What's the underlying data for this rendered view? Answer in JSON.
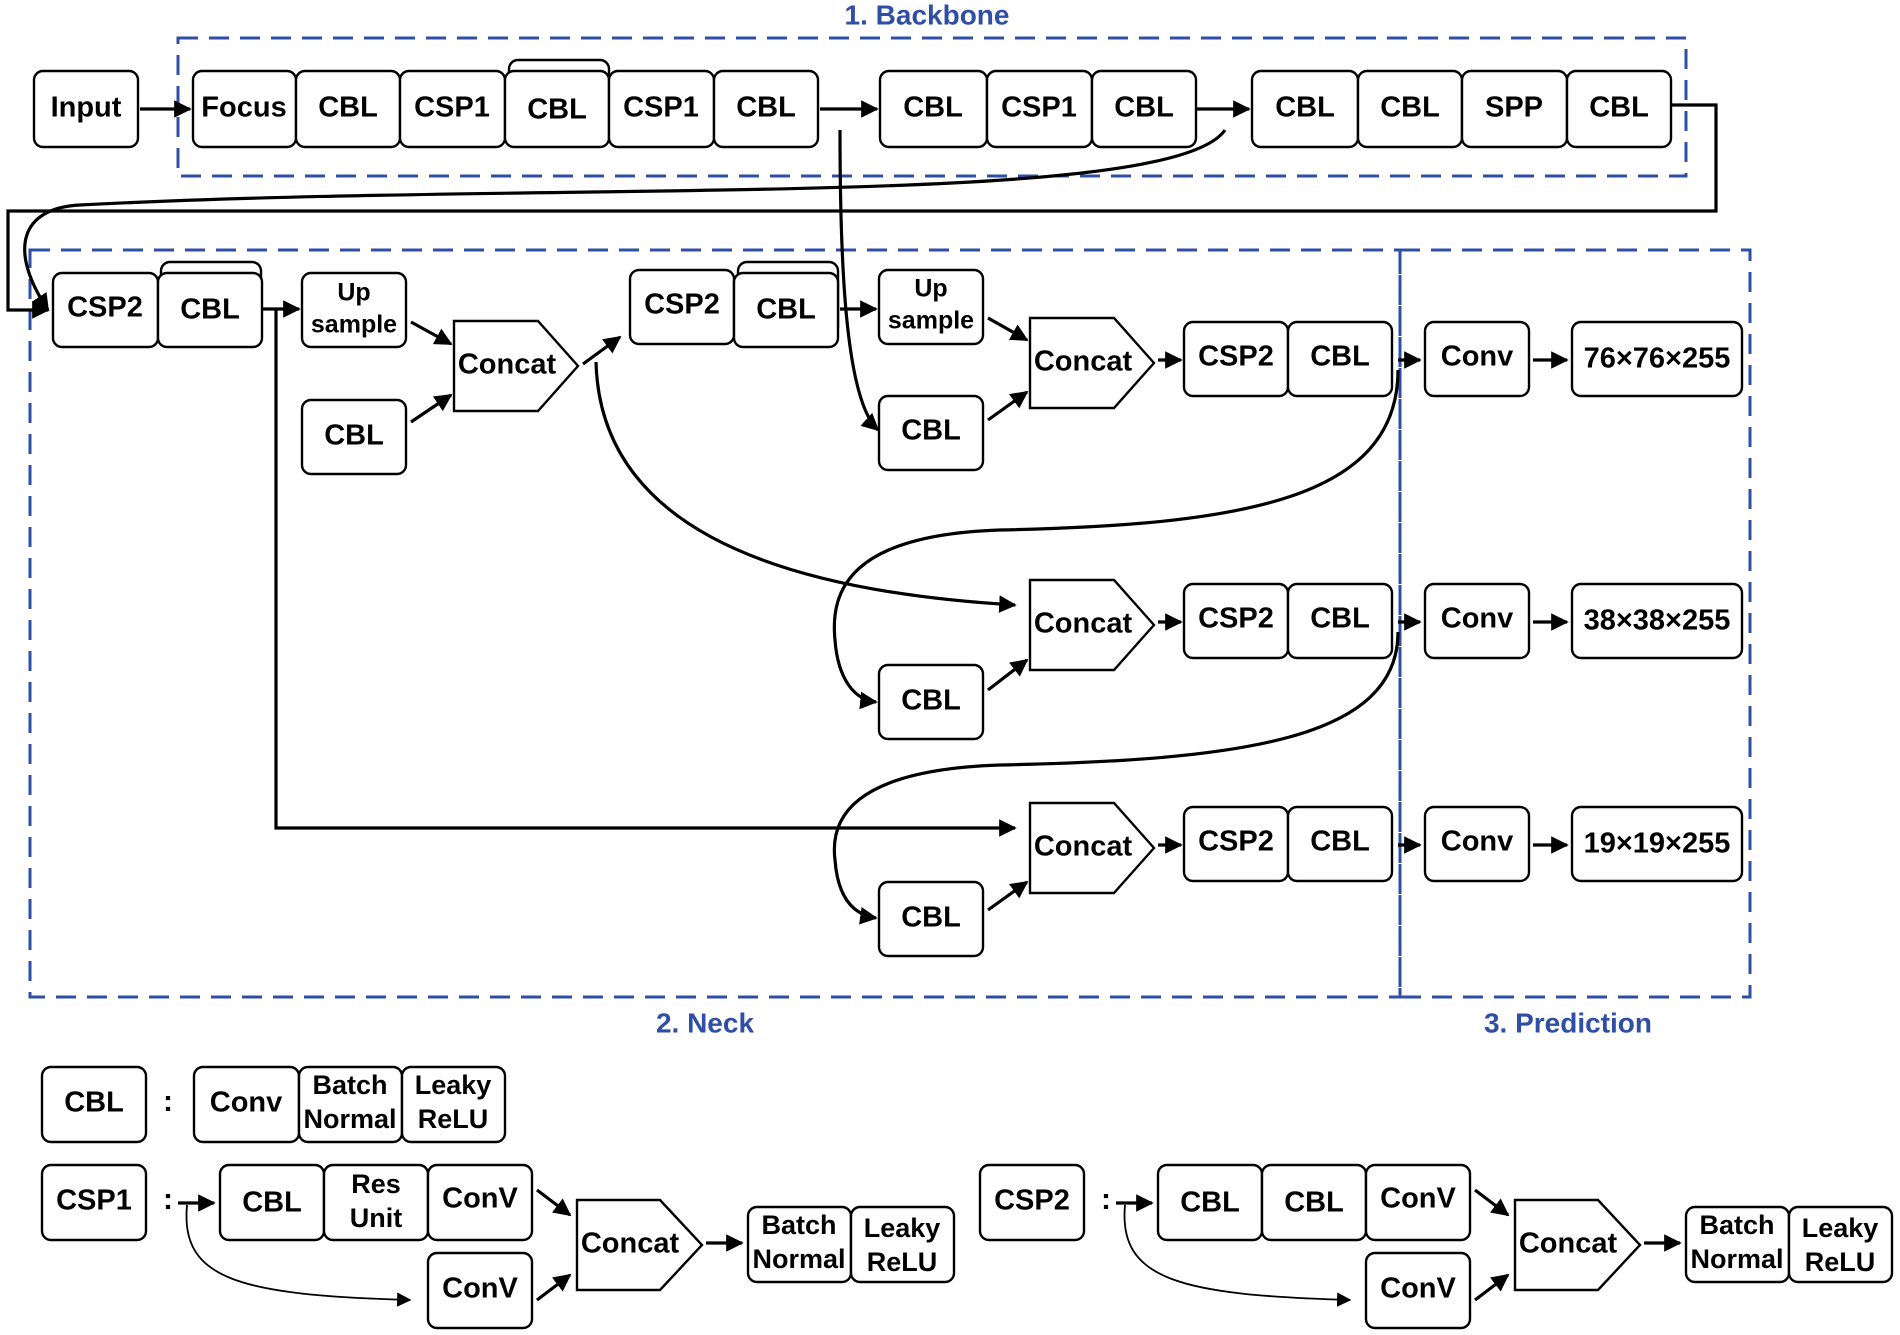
{
  "sections": {
    "backbone": "1. Backbone",
    "neck": "2. Neck",
    "prediction": "3. Prediction"
  },
  "backbone": {
    "input": "Input",
    "focus": "Focus",
    "cbl": "CBL",
    "csp1": "CSP1",
    "spp": "SPP"
  },
  "neck": {
    "csp2": "CSP2",
    "cbl": "CBL",
    "upsample_line1": "Up",
    "upsample_line2": "sample",
    "concat": "Concat"
  },
  "prediction": {
    "conv": "Conv",
    "outputs": [
      "76×76×255",
      "38×38×255",
      "19×19×255"
    ]
  },
  "legend": {
    "colon": ":",
    "cbl": "CBL",
    "csp1": "CSP1",
    "csp2": "CSP2",
    "conv": "Conv",
    "conv_v": "ConV",
    "batch_line1": "Batch",
    "batch_line2": "Normal",
    "leaky_line1": "Leaky",
    "leaky_line2": "ReLU",
    "res_line1": "Res",
    "res_line2": "Unit",
    "concat": "Concat"
  },
  "colors": {
    "section_border": "#2f4ea5",
    "box_stroke": "#000000"
  }
}
